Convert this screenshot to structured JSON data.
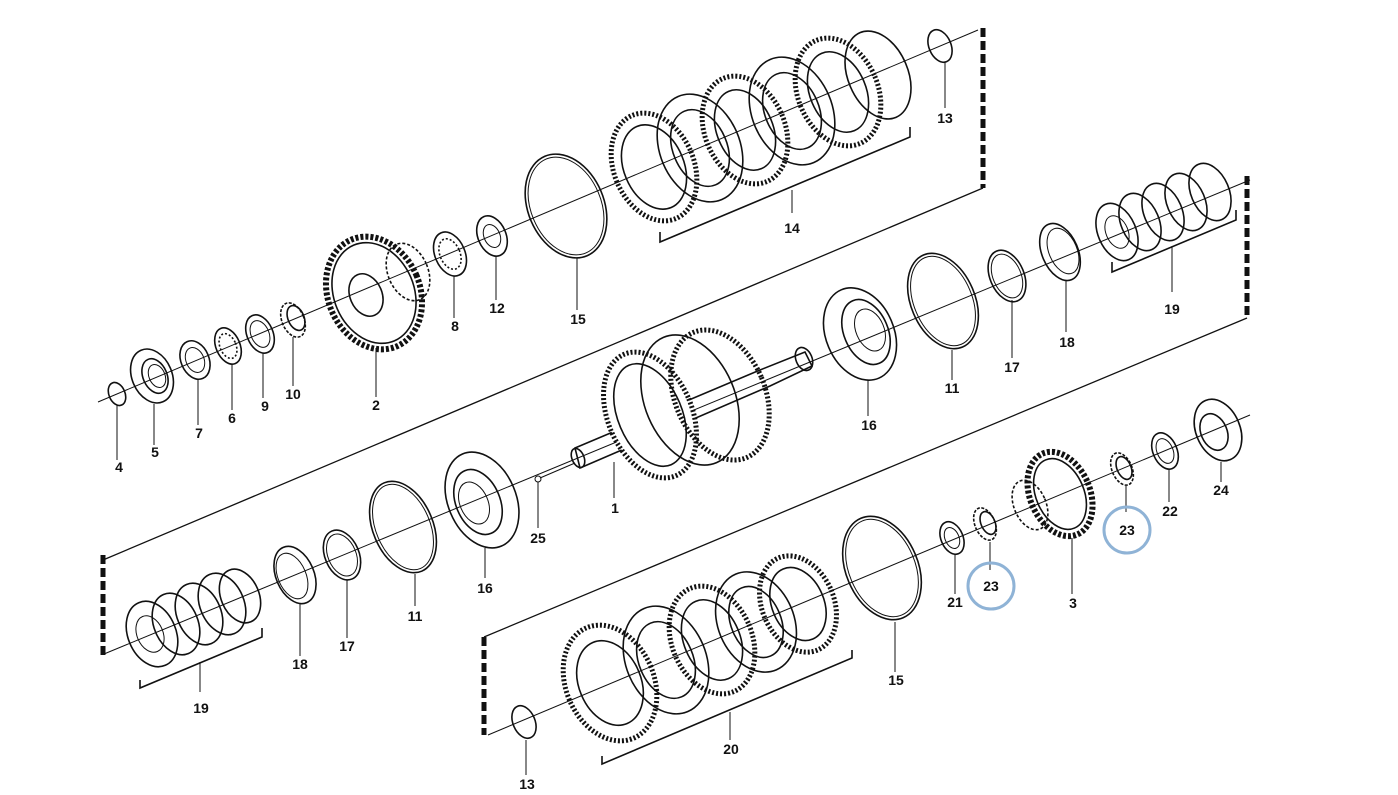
{
  "diagram": {
    "highlight_color": "#8fb3d6",
    "callouts": [
      {
        "key": "c4",
        "label": "4"
      },
      {
        "key": "c5",
        "label": "5"
      },
      {
        "key": "c7",
        "label": "7"
      },
      {
        "key": "c6",
        "label": "6"
      },
      {
        "key": "c9",
        "label": "9"
      },
      {
        "key": "c10",
        "label": "10"
      },
      {
        "key": "c2",
        "label": "2"
      },
      {
        "key": "c8",
        "label": "8"
      },
      {
        "key": "c12",
        "label": "12"
      },
      {
        "key": "c15a",
        "label": "15"
      },
      {
        "key": "c14",
        "label": "14"
      },
      {
        "key": "c13a",
        "label": "13"
      },
      {
        "key": "c16a",
        "label": "16"
      },
      {
        "key": "c11a",
        "label": "11"
      },
      {
        "key": "c17a",
        "label": "17"
      },
      {
        "key": "c18a",
        "label": "18"
      },
      {
        "key": "c19a",
        "label": "19"
      },
      {
        "key": "c1",
        "label": "1"
      },
      {
        "key": "c25",
        "label": "25"
      },
      {
        "key": "c16b",
        "label": "16"
      },
      {
        "key": "c11b",
        "label": "11"
      },
      {
        "key": "c17b",
        "label": "17"
      },
      {
        "key": "c18b",
        "label": "18"
      },
      {
        "key": "c19b",
        "label": "19"
      },
      {
        "key": "c24",
        "label": "24"
      },
      {
        "key": "c22",
        "label": "22"
      },
      {
        "key": "c23a",
        "label": "23"
      },
      {
        "key": "c23b",
        "label": "23"
      },
      {
        "key": "c3",
        "label": "3"
      },
      {
        "key": "c21",
        "label": "21"
      },
      {
        "key": "c15b",
        "label": "15"
      },
      {
        "key": "c20",
        "label": "20"
      },
      {
        "key": "c13b",
        "label": "13"
      }
    ]
  }
}
